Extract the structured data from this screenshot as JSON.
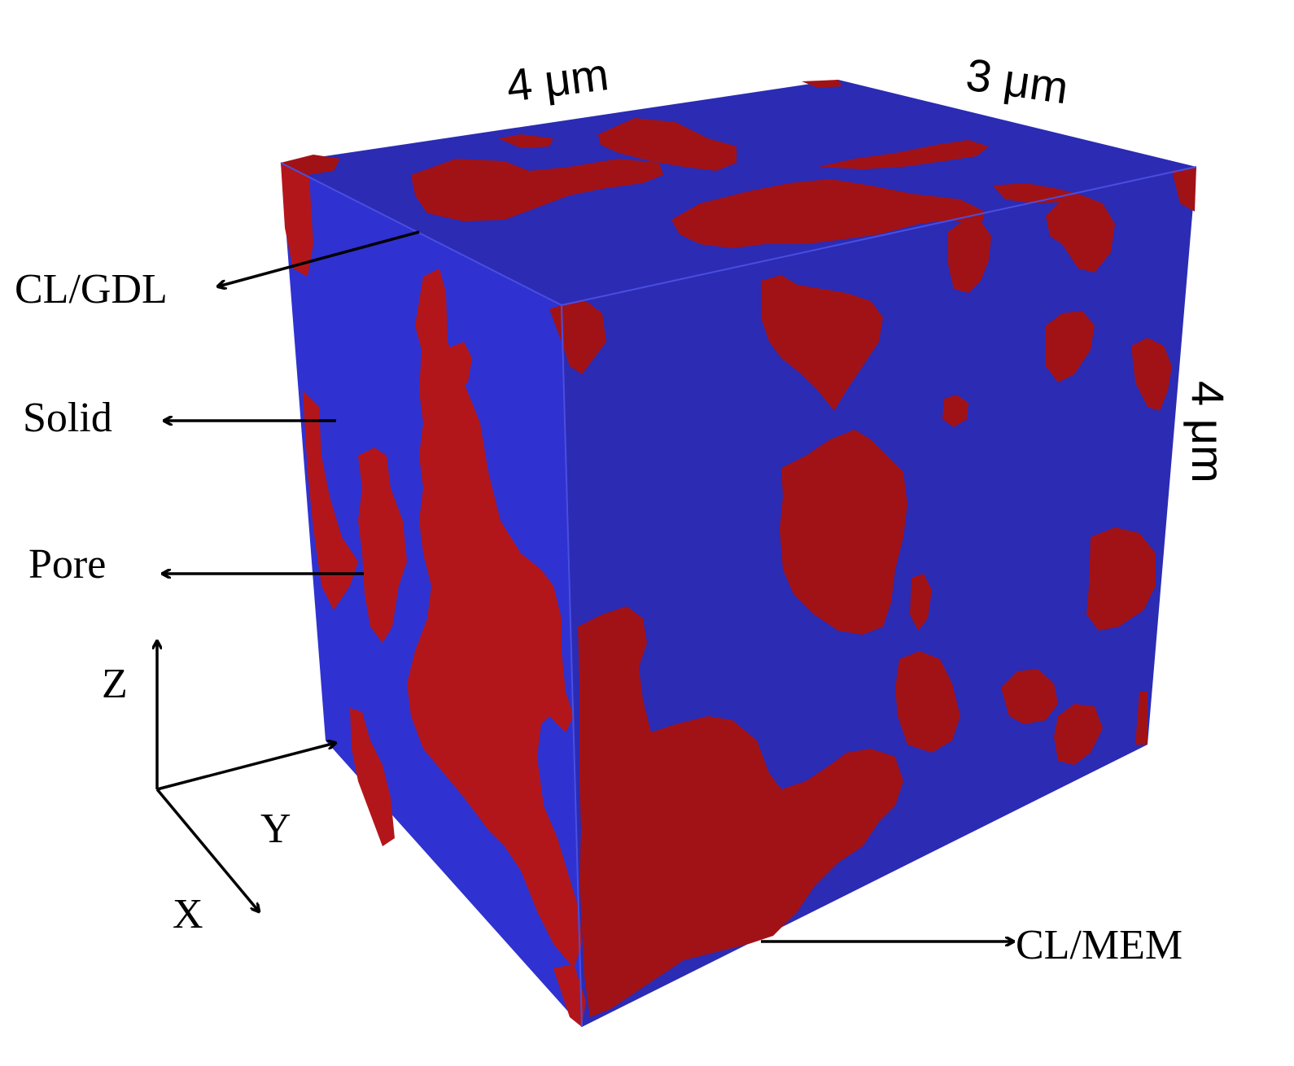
{
  "dimensions": {
    "top_front": "4 μm",
    "top_right": "3 μm",
    "right_vertical": "4 μm"
  },
  "labels": {
    "cl_gdl": "CL/GDL",
    "solid": "Solid",
    "pore": "Pore",
    "cl_mem": "CL/MEM"
  },
  "axes": {
    "z": "Z",
    "y": "Y",
    "x": "X"
  },
  "colors": {
    "solid_phase": "#2f32d0",
    "solid_phase_shade": "#2b2bb4",
    "pore_phase": "#b3161a",
    "pore_phase_shade": "#a11217"
  }
}
